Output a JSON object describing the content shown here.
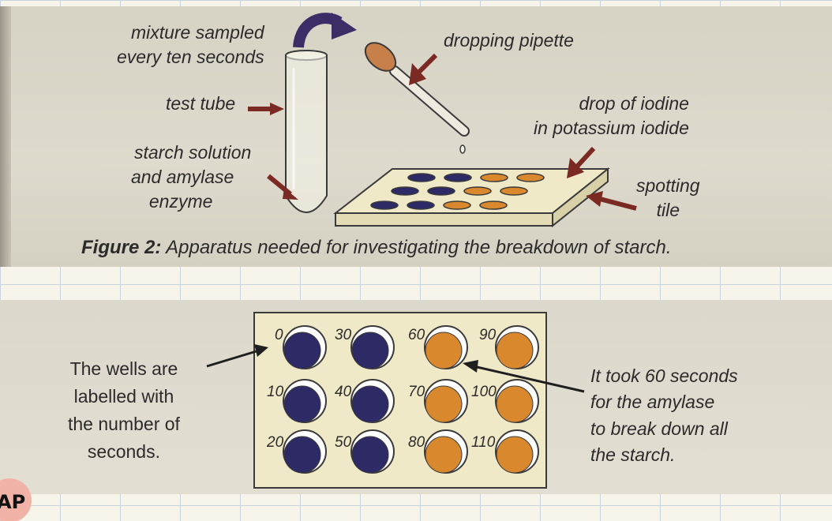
{
  "figure_top": {
    "label_mixture": [
      "mixture sampled",
      "every ten seconds"
    ],
    "label_pipette": "dropping pipette",
    "label_test_tube": "test tube",
    "label_iodine": [
      "drop of iodine",
      "in potassium iodide"
    ],
    "label_starch": [
      "starch solution",
      "and amylase",
      "enzyme"
    ],
    "label_spotting": [
      "spotting",
      "tile"
    ],
    "caption_bold": "Figure 2:",
    "caption_text": " Apparatus needed for investigating the breakdown of starch."
  },
  "figure_bottom": {
    "left_text": [
      "The wells are",
      "labelled with",
      "the number of",
      "seconds."
    ],
    "right_text": [
      "It took 60 seconds",
      "for the amylase",
      "to break down all",
      "the starch."
    ],
    "wells": [
      {
        "label": "0",
        "color": "blue"
      },
      {
        "label": "30",
        "color": "blue"
      },
      {
        "label": "60",
        "color": "orange"
      },
      {
        "label": "90",
        "color": "orange"
      },
      {
        "label": "10",
        "color": "blue"
      },
      {
        "label": "40",
        "color": "blue"
      },
      {
        "label": "70",
        "color": "orange"
      },
      {
        "label": "100",
        "color": "orange"
      },
      {
        "label": "20",
        "color": "blue"
      },
      {
        "label": "50",
        "color": "blue"
      },
      {
        "label": "80",
        "color": "orange"
      },
      {
        "label": "110",
        "color": "orange"
      }
    ]
  },
  "colors": {
    "well_blue": "#2e2a66",
    "well_orange": "#d9882e",
    "arrow_red": "#7a2a22",
    "arrow_purple": "#3d2d66",
    "tile": "#efe9c8"
  },
  "stamp_text": "AP"
}
